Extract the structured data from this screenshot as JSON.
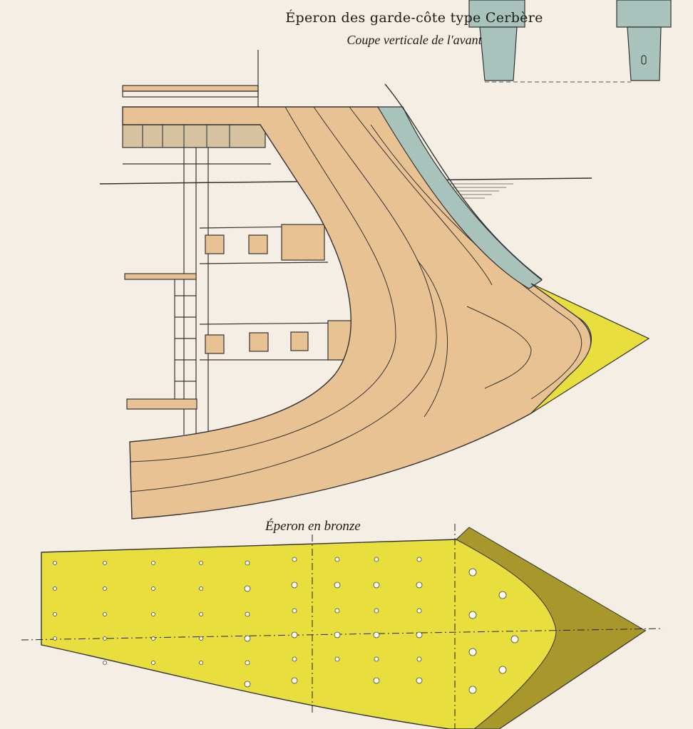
{
  "plate": {
    "title": "Éperon des garde-côte type Cerbère",
    "subtitle": "Coupe verticale de l'avant",
    "detail_label": "Éperon en bronze"
  },
  "colors": {
    "paper": "#f4eee4",
    "wood": "#e9c294",
    "armor": "#a8c3bc",
    "bronze": "#e8de3e",
    "bronze_hatch": "#a8982c",
    "ink": "#1c1a18"
  }
}
